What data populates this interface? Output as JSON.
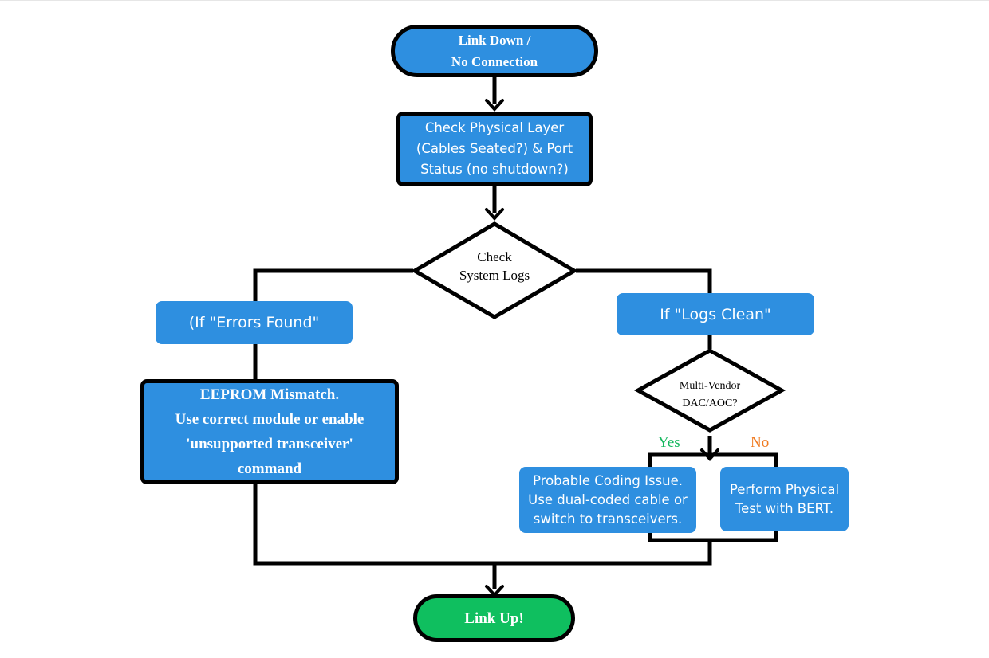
{
  "flowchart": {
    "start": {
      "lines": [
        "Link Down /",
        "No Connection"
      ]
    },
    "check_physical": {
      "lines": [
        "Check Physical Layer",
        "(Cables Seated?) & Port",
        "Status (no shutdown?)"
      ]
    },
    "check_logs": {
      "lines": [
        "Check",
        "System Logs"
      ]
    },
    "errors_found": {
      "label": "(If \"Errors Found\""
    },
    "logs_clean": {
      "label": "If \"Logs Clean\""
    },
    "eeprom": {
      "lines": [
        "EEPROM Mismatch.",
        "Use correct module or  enable",
        "'unsupported transceiver'",
        "command"
      ]
    },
    "multi_vendor": {
      "lines": [
        "Multi-Vendor",
        "DAC/AOC?"
      ]
    },
    "yes_label": "Yes",
    "no_label": "No",
    "coding_issue": {
      "lines": [
        "Probable Coding Issue.",
        "Use dual-coded cable or",
        "switch to transceivers."
      ]
    },
    "bert_test": {
      "lines": [
        "Perform Physical",
        "Test with BERT."
      ]
    },
    "end": {
      "label": "Link Up!"
    }
  },
  "colors": {
    "box_blue": "#2e8fe0",
    "end_green": "#0fbf5f",
    "yes_green": "#17b860",
    "no_orange": "#f07b22",
    "stroke": "#000000"
  }
}
